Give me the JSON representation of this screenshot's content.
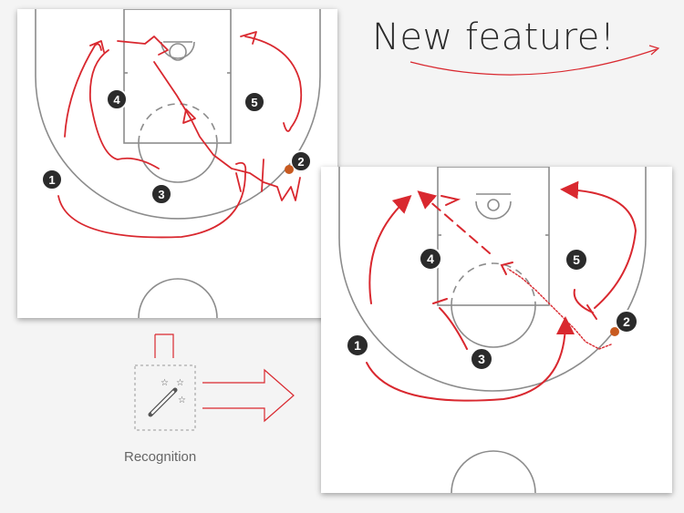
{
  "headline": "New feature!",
  "recognition_label": "Recognition",
  "colors": {
    "background": "#f4f4f4",
    "court_lines": "#8c8c8c",
    "play_red": "#d9282f",
    "player_marker": "#2b2b2b",
    "ball": "#c85a20"
  },
  "icons": {
    "recognition": "magic-wand-icon",
    "flow": "arrow-right-icon"
  },
  "court_before": {
    "players": [
      {
        "label": "1",
        "has_ball": false
      },
      {
        "label": "2",
        "has_ball": true
      },
      {
        "label": "3",
        "has_ball": false
      },
      {
        "label": "4",
        "has_ball": false
      },
      {
        "label": "5",
        "has_ball": false
      }
    ]
  },
  "court_after": {
    "players": [
      {
        "label": "1",
        "has_ball": false
      },
      {
        "label": "2",
        "has_ball": true
      },
      {
        "label": "3",
        "has_ball": false
      },
      {
        "label": "4",
        "has_ball": false
      },
      {
        "label": "5",
        "has_ball": false
      }
    ]
  }
}
